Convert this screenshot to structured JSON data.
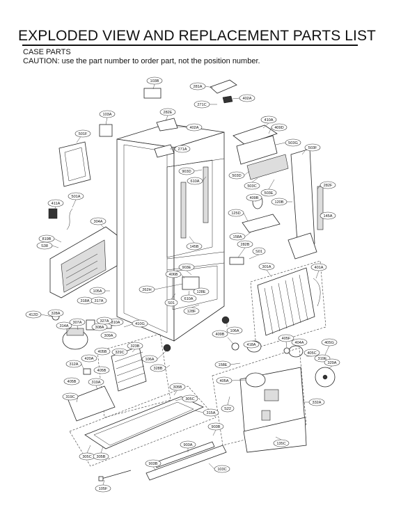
{
  "header": {
    "title": "EXPLODED VIEW AND REPLACEMENT PARTS LIST",
    "section": "CASE PARTS",
    "caution": "CAUTION: use the part number to order part, not the position number."
  },
  "labels": {
    "l103B": "103B",
    "l281A": "281A",
    "l402A_top": "402A",
    "l271C": "271C",
    "l103A": "103A",
    "l282E": "282E",
    "l402A": "402A",
    "l501F": "501F",
    "l271A": "271A",
    "l410A": "410A",
    "l409D": "409D",
    "l503G": "503G",
    "l503F": "503F",
    "l903D": "903D",
    "l610A_top": "610A",
    "l503D": "503D",
    "l503C": "503C",
    "l503E": "503E",
    "l282F": "282F",
    "l411A": "411A",
    "l501A": "501A",
    "l409B": "409B",
    "l120B": "120B",
    "l125D": "125D",
    "l145A": "145A",
    "l304A": "304A",
    "l819B": "819B",
    "l538": "S38",
    "l145B": "145B",
    "l158A": "158A",
    "l282B": "282B",
    "l501": "S01",
    "l903E": "903E",
    "l301A": "301A",
    "l401A": "401A",
    "l406B": "406B",
    "l262H": "262H",
    "l128E": "128E",
    "l105A": "105A",
    "l610A": "610A",
    "l318A": "318A",
    "l317A": "317A",
    "l501_mid": "S01",
    "l412D": "412D",
    "l328A": "328A",
    "l128F": "128F",
    "l307A": "307A",
    "l310A": "310A",
    "l314A": "314A",
    "l308A": "308A",
    "l410G": "410G",
    "l106A_r": "106A",
    "l327A": "327A",
    "l309A": "309A",
    "l409B_low": "409B",
    "l323B": "323B",
    "l418A": "418A",
    "l405F": "405F",
    "l404A": "404A",
    "l405G": "405G",
    "l329C": "329C",
    "l405B_top": "405B",
    "l106A": "106A",
    "l420A": "420A",
    "l158E": "158E",
    "l405C": "405C",
    "l319E": "319E",
    "l329A": "329A",
    "l312A": "312A",
    "l405B": "405B",
    "l328B": "328B",
    "l405A": "405A",
    "l405B_l": "405B",
    "l319A": "319A",
    "l305B_top": "305B",
    "l305C_top": "305C",
    "l319C": "319C",
    "l522": "S22",
    "l332A": "332A",
    "l315A": "315A",
    "l903B": "903B",
    "l135C": "135C",
    "l903A": "903A",
    "l305C": "305C",
    "l305B": "305B",
    "l903B_low": "903B",
    "l103C": "103C",
    "l105F": "105F"
  }
}
